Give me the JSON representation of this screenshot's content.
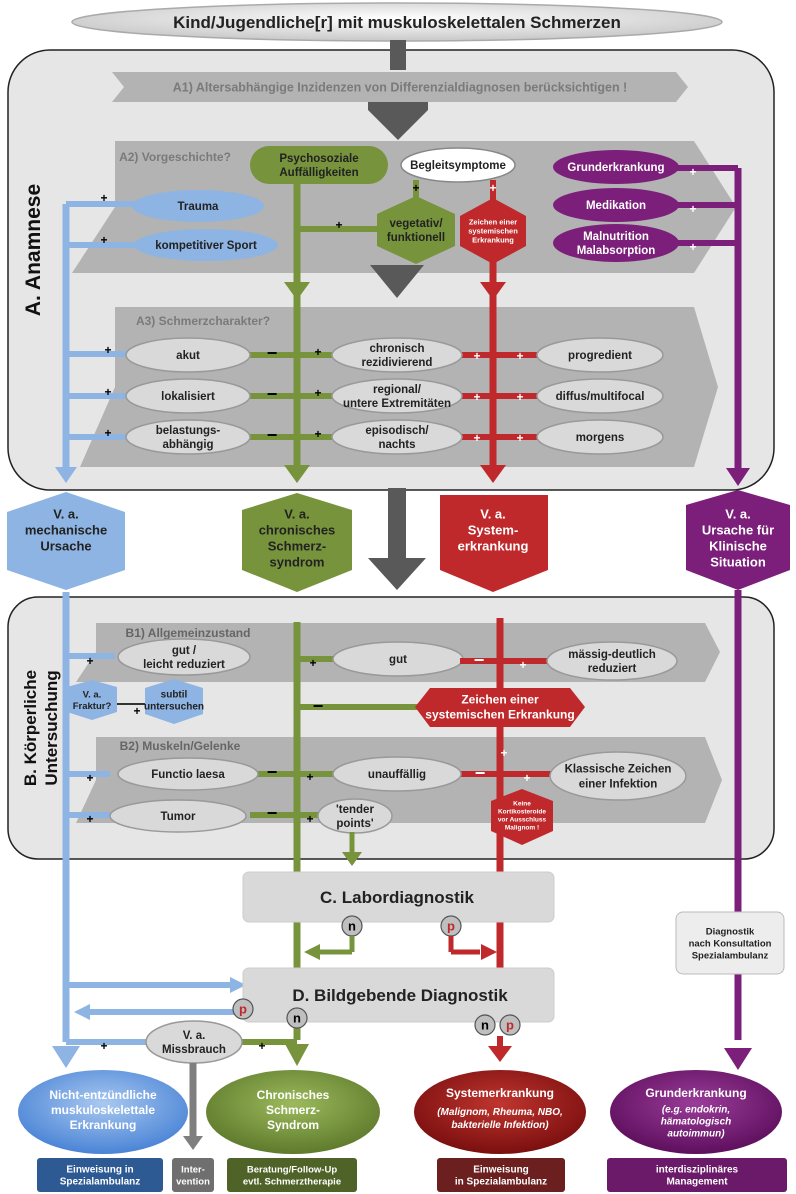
{
  "title": "Kind/Jugendliche[r] mit muskuloskelettalen Schmerzen",
  "colors": {
    "blue": "#8db4e2",
    "green": "#77933c",
    "red": "#c0292b",
    "purple": "#7b1f7a",
    "gray_arrow": "#595959",
    "panel": "#e6e6e6",
    "band": "#b3b3b3",
    "pill": "#d9d9d9"
  },
  "section_a": {
    "label": "A. Anamnese",
    "a1": "A1) Altersabhängige Inzidenzen von Differenzialdiagnosen berücksichtigen !",
    "a2": {
      "label": "A2) Vorgeschichte?",
      "trauma": "Trauma",
      "sport": "kompetitiver Sport",
      "psycho": [
        "Psychosoziale",
        "Auffälligkeiten"
      ],
      "begleit": "Begleitsymptome",
      "vegetativ": [
        "vegetativ/",
        "funktionell"
      ],
      "zeichen": [
        "Zeichen einer",
        "systemischen",
        "Erkrankung"
      ],
      "grund": "Grunderkrankung",
      "medikation": "Medikation",
      "malnutrition": [
        "Malnutrition",
        "Malabsorption"
      ]
    },
    "a3": {
      "label": "A3) Schmerzcharakter?",
      "rows": [
        {
          "left": [
            "akut"
          ],
          "mid": [
            "chronisch",
            "rezidivierend"
          ],
          "right": [
            "progredient"
          ]
        },
        {
          "left": [
            "lokalisiert"
          ],
          "mid": [
            "regional/",
            "untere Extremitäten"
          ],
          "right": [
            "diffus/multifocal"
          ]
        },
        {
          "left": [
            "belastungs-",
            "abhängig"
          ],
          "mid": [
            "episodisch/",
            "nachts"
          ],
          "right": [
            "morgens"
          ]
        }
      ]
    }
  },
  "va": {
    "mech": [
      "V. a.",
      "mechanische",
      "Ursache"
    ],
    "chron": [
      "V. a.",
      "chronisches",
      "Schmerz-",
      "syndrom"
    ],
    "system": [
      "V. a.",
      "System-",
      "erkrankung"
    ],
    "klinik": [
      "V. a.",
      "Ursache für",
      "Klinische",
      "Situation"
    ]
  },
  "section_b": {
    "label": [
      "B. Körperliche",
      "Untersuchung"
    ],
    "b1": {
      "label": "B1) Allgemeinzustand",
      "left": [
        "gut /",
        "leicht reduziert"
      ],
      "mid": "gut",
      "right": [
        "mässig-deutlich",
        "reduziert"
      ],
      "fraktur": [
        "V. a.",
        "Fraktur?"
      ],
      "subtil": [
        "subtil",
        "untersuchen"
      ],
      "zeichen": [
        "Zeichen einer",
        "systemischen Erkrankung"
      ]
    },
    "b2": {
      "label": "B2) Muskeln/Gelenke",
      "functio": "Functio laesa",
      "unauff": "unauffällig",
      "infektion": [
        "Klassische Zeichen",
        "einer Infektion"
      ],
      "tumor": "Tumor",
      "tender": [
        "'tender",
        "points'"
      ],
      "kortiko": [
        "Keine",
        "Kortikosteroide",
        "vor Ausschluss",
        "Malignom !"
      ]
    }
  },
  "section_c": {
    "label": "C. Labordiagnostik"
  },
  "section_d": {
    "label": "D. Bildgebende Diagnostik"
  },
  "konsultation": [
    "Diagnostik",
    "nach Konsultation",
    "Spezialambulanz"
  ],
  "missbrauch": [
    "V. a.",
    "Missbrauch"
  ],
  "markers": {
    "n": "n",
    "p": "p",
    "plus": "+",
    "minus": "−"
  },
  "outcomes": {
    "nicht": [
      "Nicht-entzündliche",
      "muskuloskelettale",
      "Erkrankung"
    ],
    "chron": [
      "Chronisches",
      "Schmerz-",
      "Syndrom"
    ],
    "system_title": "Systemerkrankung",
    "system_sub": [
      "(Malignom, Rheuma, NBO,",
      "bakterielle Infektion)"
    ],
    "grund_title": "Grunderkrankung",
    "grund_sub": [
      "(e.g. endokrin,",
      "hämatologisch",
      "autoimmun)"
    ]
  },
  "footers": {
    "einweisung_blue": [
      "Einweisung in",
      "Spezialambulanz"
    ],
    "intervention": [
      "Inter-",
      "vention"
    ],
    "beratung": [
      "Beratung/Follow-Up",
      "evtl. Schmerztherapie"
    ],
    "einweisung_red": [
      "Einweisung",
      "in Spezialambulanz"
    ],
    "interdisz": [
      "interdisziplinäres",
      "Management"
    ]
  }
}
